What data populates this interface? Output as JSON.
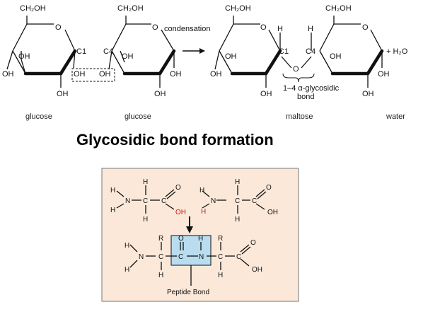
{
  "top_diagram": {
    "ch2oh": "CH₂OH",
    "O": "O",
    "OH": "OH",
    "H": "H",
    "C1": "C1",
    "C4": "C4",
    "condensation": "condensation",
    "plus_water": "+ H₂O",
    "bond_label_line1": "1–4 α-glycosidic",
    "bond_label_line2": "bond",
    "caption_glucose_1": "glucose",
    "caption_glucose_2": "glucose",
    "caption_maltose": "maltose",
    "caption_water": "water"
  },
  "title": "Glycosidic bond formation",
  "peptide_diagram": {
    "H": "H",
    "N": "N",
    "C": "C",
    "O": "O",
    "OH": "OH",
    "R": "R",
    "peptide_bond_label": "Peptide Bond",
    "colors": {
      "panel_bg": "#fbe8d8",
      "highlight_box": "#b9dcef",
      "reactive_groups": "#d21414"
    }
  }
}
